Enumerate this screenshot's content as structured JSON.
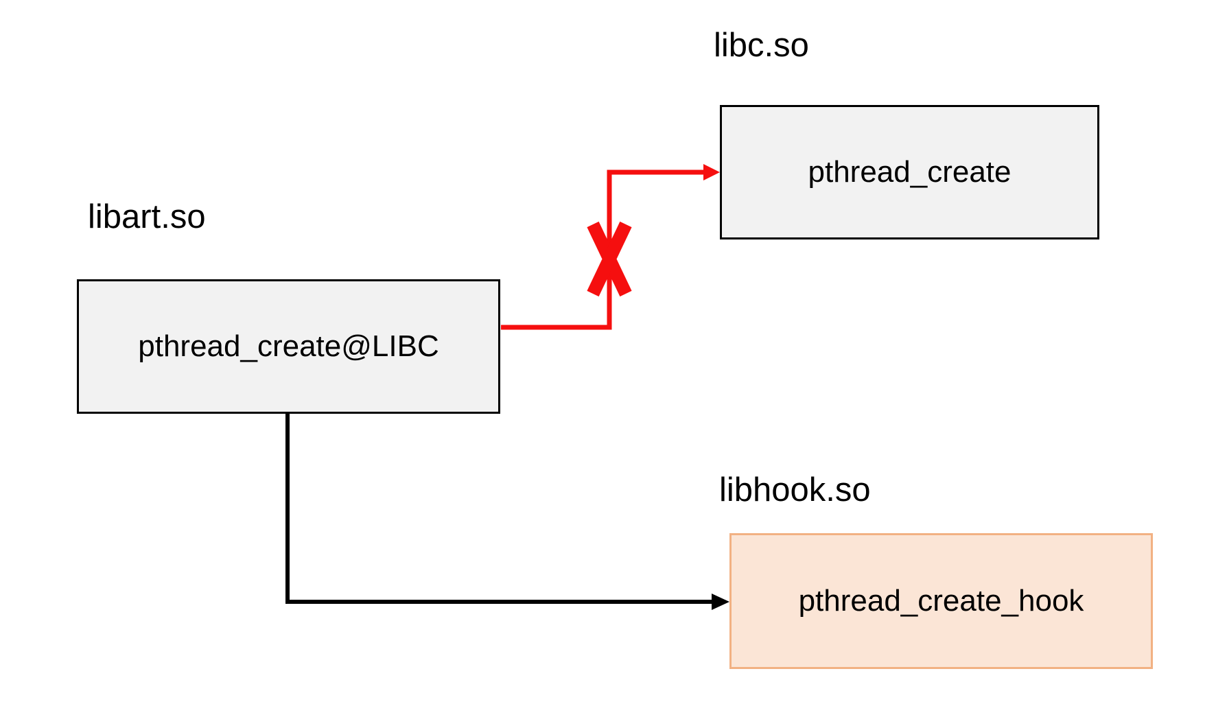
{
  "diagram": {
    "background": "#FFFFFF",
    "nodes": [
      {
        "id": "libart",
        "library": "libart.so",
        "function": "pthread_create@LIBC"
      },
      {
        "id": "libc",
        "library": "libc.so",
        "function": "pthread_create"
      },
      {
        "id": "libhook",
        "library": "libhook.so",
        "function": "pthread_create_hook"
      }
    ],
    "node_styles": {
      "default_fill": "#F2F2F2",
      "default_border": "#000000",
      "hook_fill": "#FBE5D6",
      "hook_border": "#F2B183"
    },
    "edges": [
      {
        "from": "pthread_create@LIBC",
        "to": "pthread_create",
        "color": "#F50F0F",
        "blocked": true,
        "marker": "cross-out-x"
      },
      {
        "from": "pthread_create@LIBC",
        "to": "pthread_create_hook",
        "color": "#000000",
        "blocked": false,
        "marker": "none"
      }
    ]
  }
}
